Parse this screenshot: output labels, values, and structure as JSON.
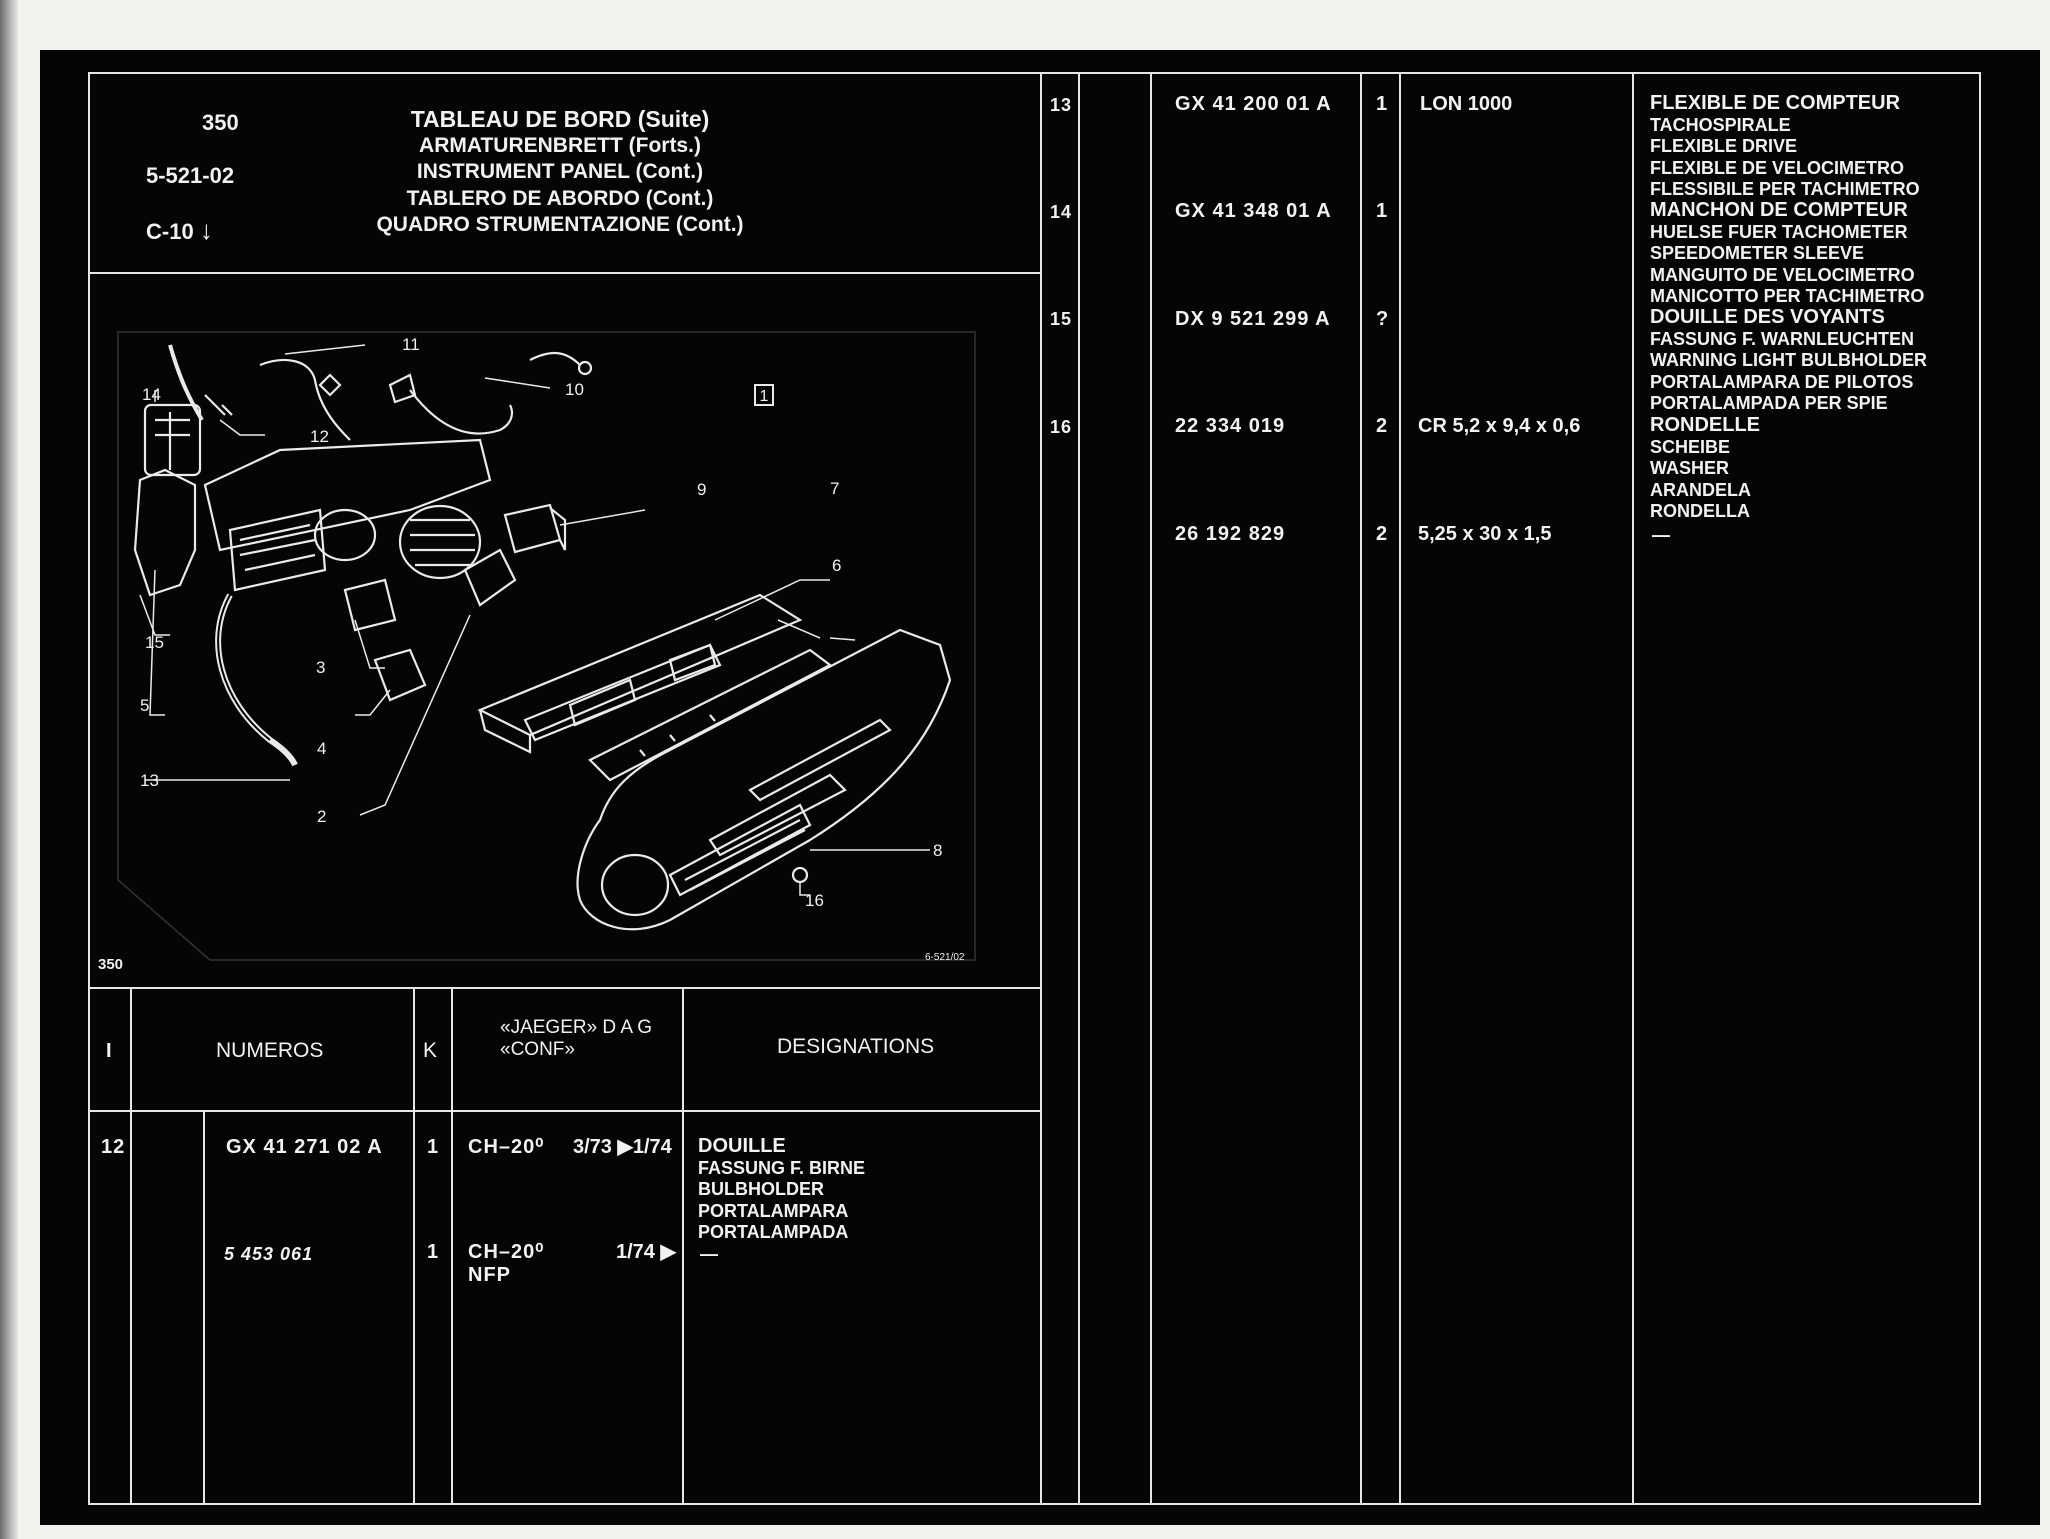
{
  "header": {
    "page": "350",
    "ref": "5-521-02",
    "code": "C-10",
    "code_arrow": "↓",
    "titles": [
      "TABLEAU DE BORD (Suite)",
      "ARMATURENBRETT (Forts.)",
      "INSTRUMENT PANEL (Cont.)",
      "TABLERO DE ABORDO (Cont.)",
      "QUADRO STRUMENTAZIONE (Cont.)"
    ]
  },
  "figure": {
    "box_label": "1",
    "page_label": "350",
    "drawing_ref": "6-521/02",
    "callouts": [
      "11",
      "10",
      "14",
      "12",
      "9",
      "7",
      "6",
      "15",
      "5",
      "3",
      "4",
      "13",
      "2",
      "8",
      "16"
    ]
  },
  "table": {
    "headers": {
      "col1": "I",
      "col2": "NUMEROS",
      "col3": "K",
      "col4_line1": "«JAEGER» D A G",
      "col4_line2": "«CONF»",
      "col5": "DESIGNATIONS"
    },
    "left_rows": [
      {
        "item": "12",
        "number": "GX 41 271 02 A",
        "qty": "1",
        "spec": "CH–20⁰",
        "range": "3/73 ▶1/74",
        "designation": [
          "DOUILLE",
          "FASSUNG F. BIRNE",
          "BULBHOLDER",
          "PORTALAMPARA",
          "PORTALAMPADA"
        ]
      },
      {
        "item": "",
        "number": "5 453 061",
        "qty": "1",
        "spec": "CH–20⁰",
        "spec2": "NFP",
        "range": "1/74 ▶",
        "designation": [
          "—"
        ]
      }
    ],
    "right_rows": [
      {
        "item": "13",
        "number": "GX 41 200 01 A",
        "qty": "1",
        "spec": "LON 1000",
        "designation": [
          "FLEXIBLE DE COMPTEUR",
          "TACHOSPIRALE",
          "FLEXIBLE DRIVE",
          "FLEXIBLE DE VELOCIMETRO",
          "FLESSIBILE PER TACHIMETRO"
        ]
      },
      {
        "item": "14",
        "number": "GX 41 348 01 A",
        "qty": "1",
        "spec": "",
        "designation": [
          "MANCHON DE COMPTEUR",
          "HUELSE FUER TACHOMETER",
          "SPEEDOMETER SLEEVE",
          "MANGUITO DE VELOCIMETRO",
          "MANICOTTO PER TACHIMETRO"
        ]
      },
      {
        "item": "15",
        "number": "DX 9 521 299 A",
        "qty": "?",
        "spec": "",
        "designation": [
          "DOUILLE DES VOYANTS",
          "FASSUNG F. WARNLEUCHTEN",
          "WARNING LIGHT BULBHOLDER",
          "PORTALAMPARA DE PILOTOS",
          "PORTALAMPADA PER SPIE"
        ]
      },
      {
        "item": "16",
        "number": "22 334 019",
        "qty": "2",
        "spec": "CR 5,2 x 9,4 x 0,6",
        "designation": [
          "RONDELLE",
          "SCHEIBE",
          "WASHER",
          "ARANDELA",
          "RONDELLA"
        ]
      },
      {
        "item": "",
        "number": "26 192 829",
        "qty": "2",
        "spec": "5,25 x 30 x 1,5",
        "designation": [
          "—"
        ]
      }
    ]
  }
}
